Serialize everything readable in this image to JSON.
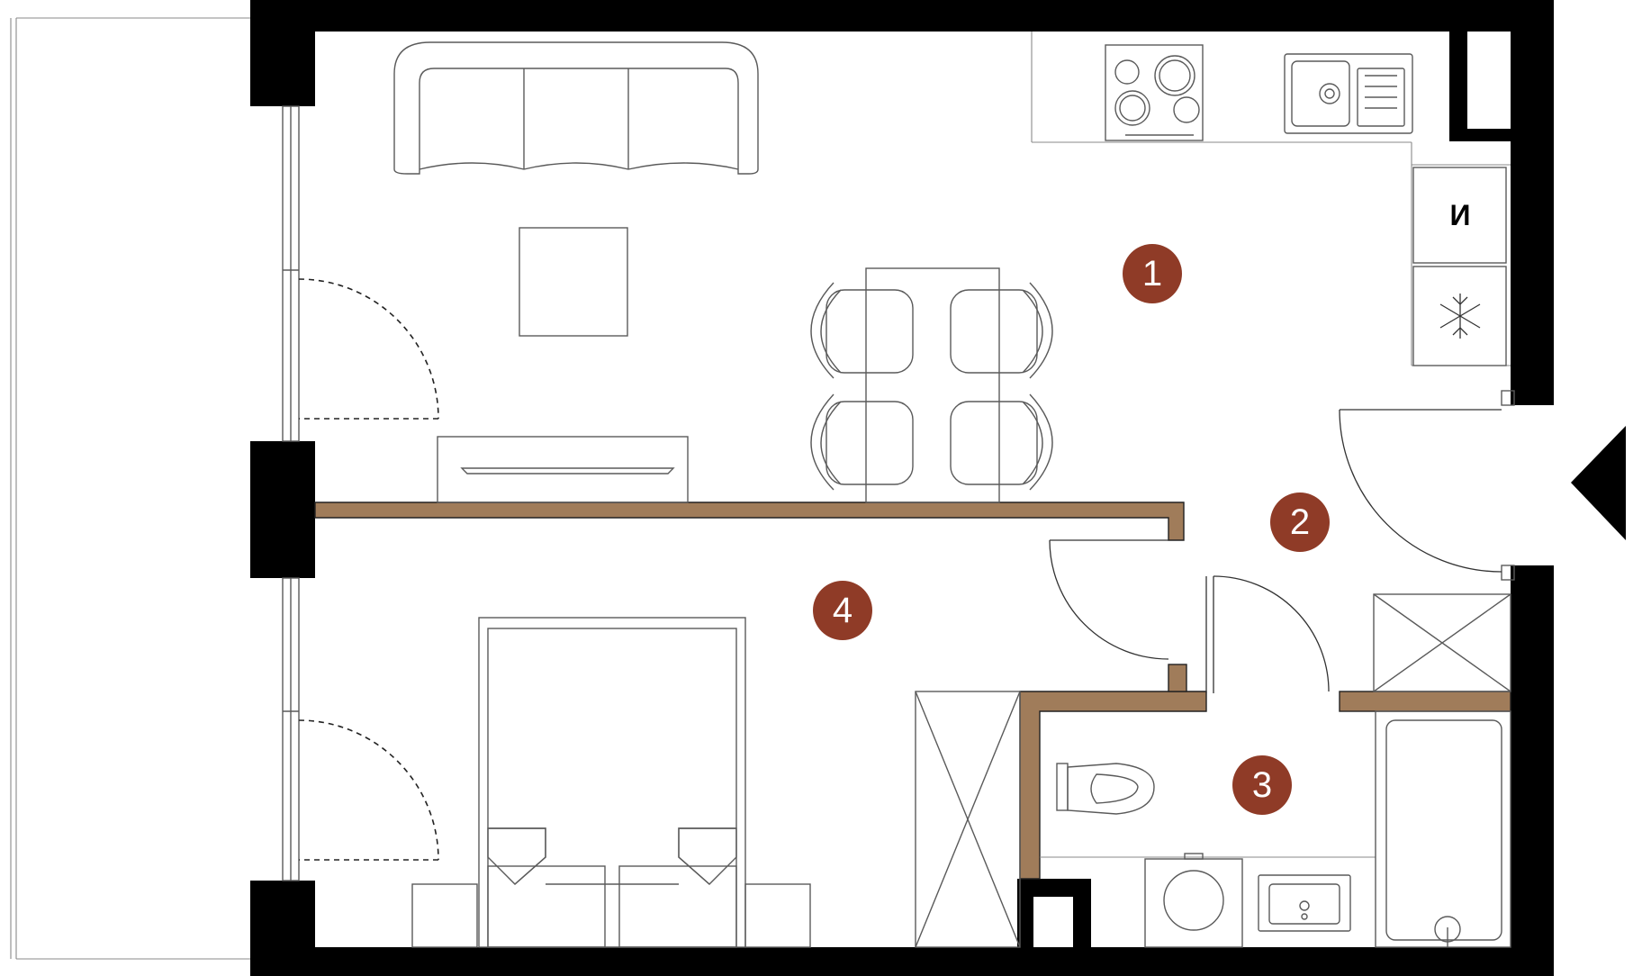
{
  "plan": {
    "colors": {
      "wall": "#000000",
      "partition": "#a07c5a",
      "room_badge": "#8f3b27",
      "badge_text": "#ffffff",
      "fixture_line": "#5a5a5a"
    },
    "rooms": [
      {
        "id": "room-1",
        "number": "1"
      },
      {
        "id": "room-2",
        "number": "2"
      },
      {
        "id": "room-3",
        "number": "3"
      },
      {
        "id": "room-4",
        "number": "4"
      }
    ],
    "icons": {
      "entrance": "entrance-arrow-icon",
      "freezer": "snowflake-icon",
      "appliance": "appliance-symbol-icon"
    },
    "appliance_symbol": "И"
  }
}
